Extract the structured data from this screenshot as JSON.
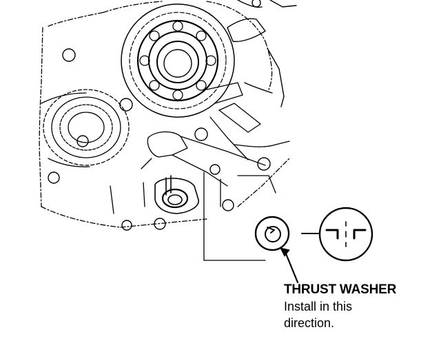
{
  "callout": {
    "part_name": "THRUST WASHER",
    "note_line_1": "Install in this",
    "note_line_2": "direction."
  },
  "colors": {
    "line": "#000000",
    "background": "#ffffff"
  }
}
